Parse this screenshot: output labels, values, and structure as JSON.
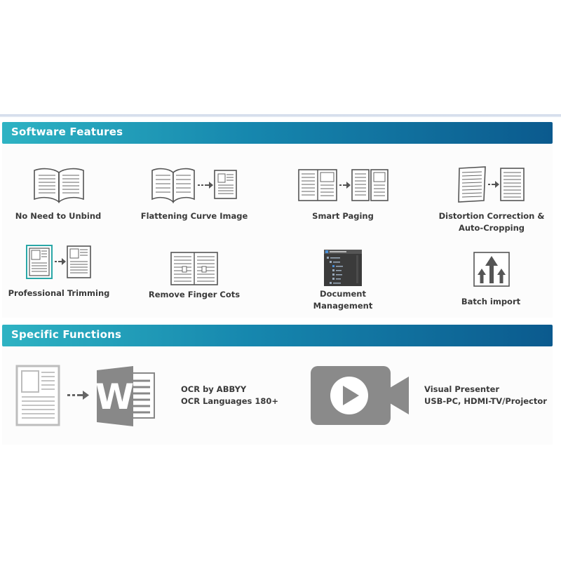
{
  "software_features": {
    "title": "Software Features",
    "items": [
      {
        "label": "No Need to Unbind"
      },
      {
        "label": "Flattening Curve Image"
      },
      {
        "label": "Smart Paging"
      },
      {
        "label_line1": "Distortion Correction &",
        "label_line2": "Auto-Cropping"
      },
      {
        "label": "Professional Trimming"
      },
      {
        "label": "Remove Finger Cots"
      },
      {
        "label_line1": "Document",
        "label_line2": "Management"
      },
      {
        "label": "Batch import"
      }
    ]
  },
  "specific_functions": {
    "title": "Specific Functions",
    "ocr": {
      "line1": "OCR by ABBYY",
      "line2": "OCR Languages 180+",
      "word_letter": "W"
    },
    "presenter": {
      "line1": "Visual Presenter",
      "line2": "USB-PC, HDMI-TV/Projector"
    }
  },
  "colors": {
    "banner_start": "#2eb3c3",
    "banner_end": "#0b5a8e",
    "icon_gray": "#555555",
    "light_gray": "#bdbdbd",
    "video_gray": "#8a8a8a",
    "word_gray": "#888888",
    "trim_accent": "#2aa7a7"
  },
  "icons": {
    "no_need_to_unbind": "open-book-icon",
    "flattening": "curved-book-to-flat-page-icon",
    "smart_paging": "double-page-split-icon",
    "distortion": "skewed-page-correction-icon",
    "trimming": "page-trim-icon",
    "finger_cots": "finger-removal-icon",
    "document_management": "file-tree-window-icon",
    "batch_import": "upload-arrows-icon",
    "ocr": "word-document-icon",
    "presenter": "video-camera-icon"
  }
}
